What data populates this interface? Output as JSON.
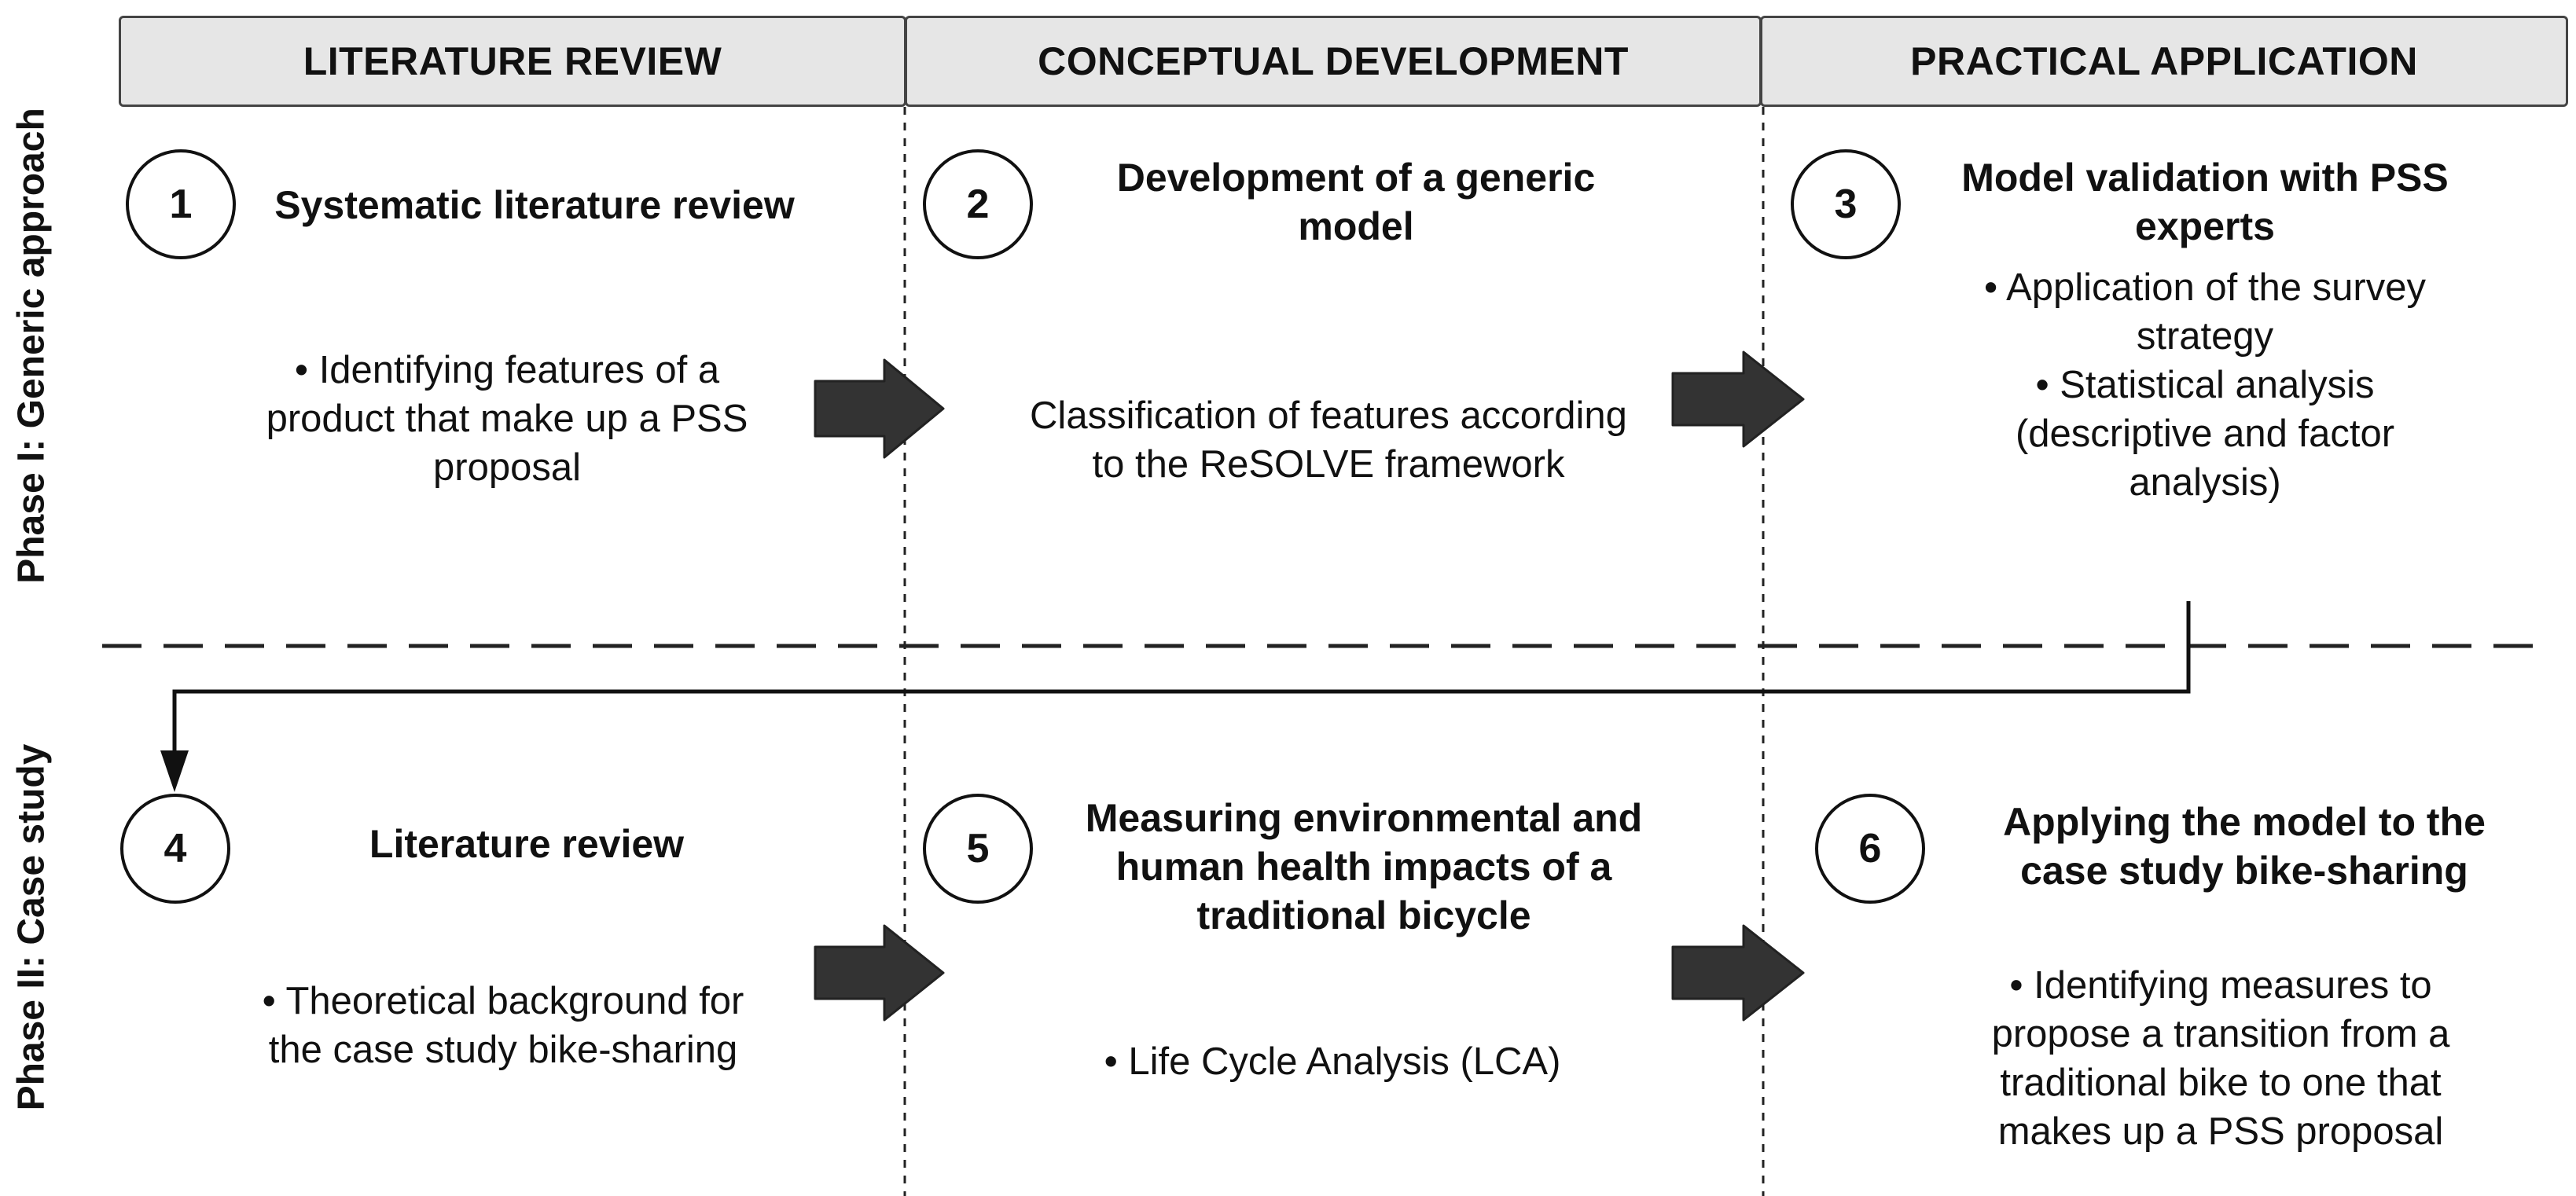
{
  "columns": [
    {
      "label": "LITERATURE REVIEW"
    },
    {
      "label": "CONCEPTUAL DEVELOPMENT"
    },
    {
      "label": "PRACTICAL APPLICATION"
    }
  ],
  "phases": [
    {
      "label": "Phase I: Generic approach"
    },
    {
      "label": "Phase II: Case study"
    }
  ],
  "steps": [
    {
      "number": "1",
      "title": "Systematic literature review",
      "lines": [
        "• Identifying features of a",
        "product that make up a PSS",
        "proposal"
      ]
    },
    {
      "number": "2",
      "title_lines": [
        "Development of a generic",
        "model"
      ],
      "lines": [
        "Classification of features according",
        "to the ReSOLVE framework"
      ]
    },
    {
      "number": "3",
      "title_lines": [
        "Model validation with PSS",
        "experts"
      ],
      "lines": [
        "• Application of the survey",
        "strategy",
        "• Statistical analysis",
        "(descriptive and factor",
        "analysis)"
      ]
    },
    {
      "number": "4",
      "title": "Literature review",
      "lines": [
        "• Theoretical background for",
        "the case study bike-sharing"
      ]
    },
    {
      "number": "5",
      "title_lines": [
        "Measuring environmental and",
        "human health impacts of a",
        "traditional bicycle"
      ],
      "lines": [
        "• Life Cycle Analysis (LCA)"
      ]
    },
    {
      "number": "6",
      "title_lines": [
        "Applying the model to the",
        "case study bike-sharing"
      ],
      "lines": [
        "• Identifying measures to",
        "propose a transition from a",
        "traditional bike to one that",
        "makes up a PSS proposal"
      ]
    }
  ]
}
